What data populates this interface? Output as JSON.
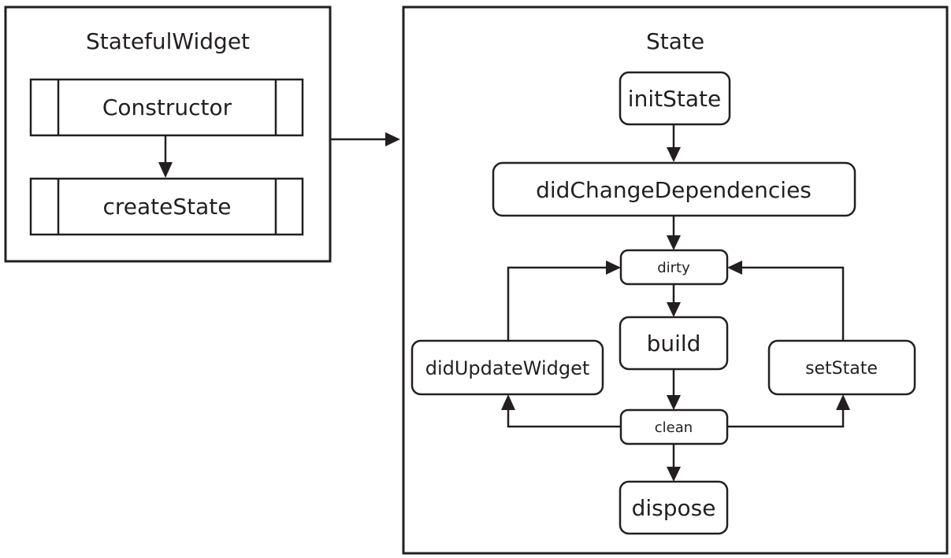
{
  "diagram": {
    "stateful_widget": {
      "title": "StatefulWidget",
      "constructor": "Constructor",
      "create_state": "createState"
    },
    "state": {
      "title": "State",
      "init_state": "initState",
      "did_change_dependencies": "didChangeDependencies",
      "dirty": "dirty",
      "build": "build",
      "clean": "clean",
      "dispose": "dispose",
      "did_update_widget": "didUpdateWidget",
      "set_state": "setState"
    },
    "edges": [
      {
        "from": "constructor",
        "to": "createState"
      },
      {
        "from": "StatefulWidget",
        "to": "State"
      },
      {
        "from": "initState",
        "to": "didChangeDependencies"
      },
      {
        "from": "didChangeDependencies",
        "to": "dirty"
      },
      {
        "from": "dirty",
        "to": "build"
      },
      {
        "from": "build",
        "to": "clean"
      },
      {
        "from": "clean",
        "to": "dispose"
      },
      {
        "from": "clean",
        "to": "didUpdateWidget"
      },
      {
        "from": "didUpdateWidget",
        "to": "dirty"
      },
      {
        "from": "clean",
        "to": "setState"
      },
      {
        "from": "setState",
        "to": "dirty"
      }
    ],
    "colors": {
      "ink": "#231f20",
      "background": "#ffffff"
    }
  }
}
